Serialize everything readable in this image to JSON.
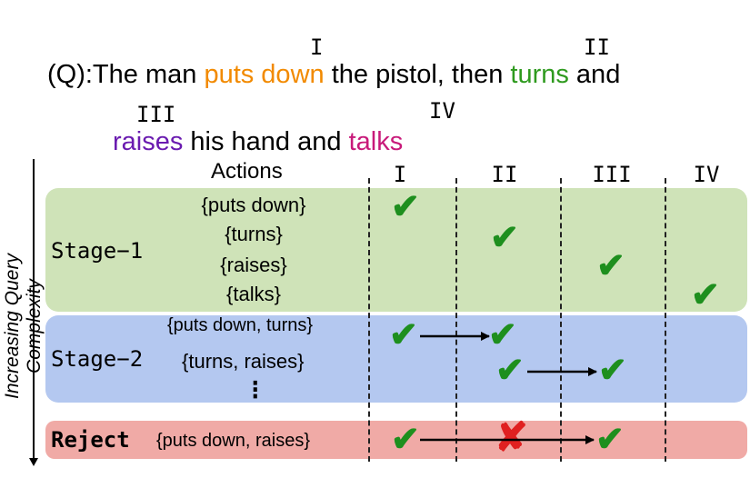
{
  "colors": {
    "act1": "#f28a00",
    "act2": "#2e9a1e",
    "act3": "#6a1bb0",
    "act4": "#c81a7a",
    "stage1_band": "#cfe3b8",
    "stage2_band": "#b4c8f0",
    "reject_band": "#f0aaa6",
    "check": "#1e8f1e",
    "x": "#e02020"
  },
  "numerals": {
    "n1": "I",
    "n2": "II",
    "n3": "III",
    "n4": "IV"
  },
  "query": {
    "prefix": "(Q):The man ",
    "act1": "puts down",
    "mid1": " the pistol, then ",
    "act2": "turns",
    "mid2": " and",
    "act3": "raises",
    "mid3": " his hand and ",
    "act4": "talks"
  },
  "axis_label": "Increasing Query Complexity",
  "table": {
    "actions_header": "Actions",
    "col_headers": [
      "I",
      "II",
      "III",
      "IV"
    ],
    "stage1_label": "Stage−1",
    "stage1_actions": [
      "{puts down}",
      "{turns}",
      "{raises}",
      "{talks}"
    ],
    "stage2_label": "Stage−2",
    "stage2_actions": [
      "{puts down, turns}",
      "{turns, raises}"
    ],
    "stage2_more": "⁝",
    "reject_label": "Reject",
    "reject_action": "{puts down, raises}"
  },
  "marks": {
    "check": "✔",
    "x": "✘"
  }
}
